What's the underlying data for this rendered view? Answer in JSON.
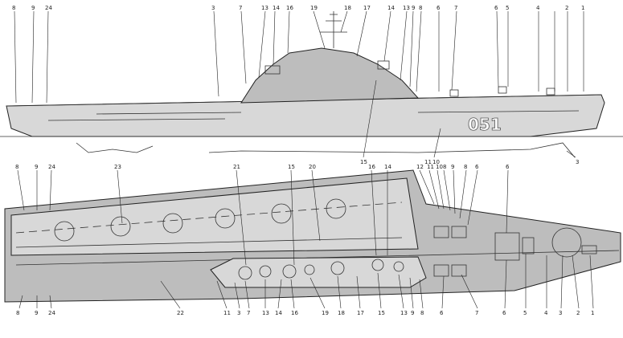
{
  "hull_number": "051",
  "profile_callouts": [
    "8",
    "9",
    "24",
    "3",
    "7",
    "13",
    "14",
    "16",
    "19",
    "18",
    "17",
    "14",
    "13",
    "9",
    "8",
    "6",
    "7",
    "6",
    "5",
    "4",
    "2",
    "1",
    "15",
    "11",
    "10",
    "3"
  ],
  "plan_callouts_top": [
    "8",
    "9",
    "24",
    "23",
    "21",
    "15",
    "20",
    "16",
    "14",
    "12",
    "11",
    "10",
    "8",
    "9",
    "8",
    "6",
    "6"
  ],
  "plan_callouts_bottom": [
    "8",
    "9",
    "24",
    "22",
    "11",
    "3",
    "7",
    "13",
    "14",
    "16",
    "19",
    "18",
    "17",
    "15",
    "13",
    "9",
    "8",
    "6",
    "7",
    "6",
    "5",
    "4",
    "3",
    "2",
    "1"
  ],
  "colors": {
    "line": "#222222",
    "hull_fill": "#d8d8d8",
    "deck_fill": "#bdbdbd",
    "background": "#ffffff"
  }
}
